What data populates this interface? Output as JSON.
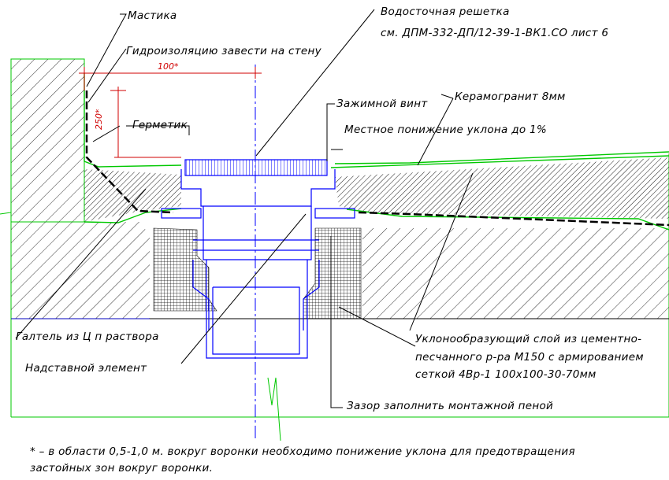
{
  "labels": {
    "mastika": "Мастика",
    "hydro": "Гидроизоляцию завести на стену",
    "germetik": "Герметик",
    "grate_1": "Водосточная решетка",
    "grate_2": "см. ДПМ-332-ДП/12-39-1-ВК1.СО лист 6",
    "clamp_screw": "Зажимной винт",
    "ceramic": "Керамогранит 8мм",
    "slope_local": "Местное понижение уклона до 1%",
    "galtel": "Галтель из Ц п раствора",
    "extension": "Надставной элемент",
    "slope_layer_1": "Уклонообразующий слой из цементно-",
    "slope_layer_2": "песчанного р-ра М150 с армированием",
    "slope_layer_3": "сеткой 4Вр-1 100х100-30-70мм",
    "gap": "Зазор заполнить монтажной пеной"
  },
  "dimensions": {
    "horizontal": "100*",
    "vertical": "250*"
  },
  "footnote": {
    "line_1": "* – в области 0,5-1,0 м. вокруг воронки необходимо понижение уклона для предотвращения",
    "line_2": "застойных зон вокруг воронки."
  },
  "colors": {
    "outline": "#00c800",
    "hatch": "#000000",
    "drain": "#0000ff",
    "dimension": "#d00000",
    "membrane": "#000000"
  }
}
